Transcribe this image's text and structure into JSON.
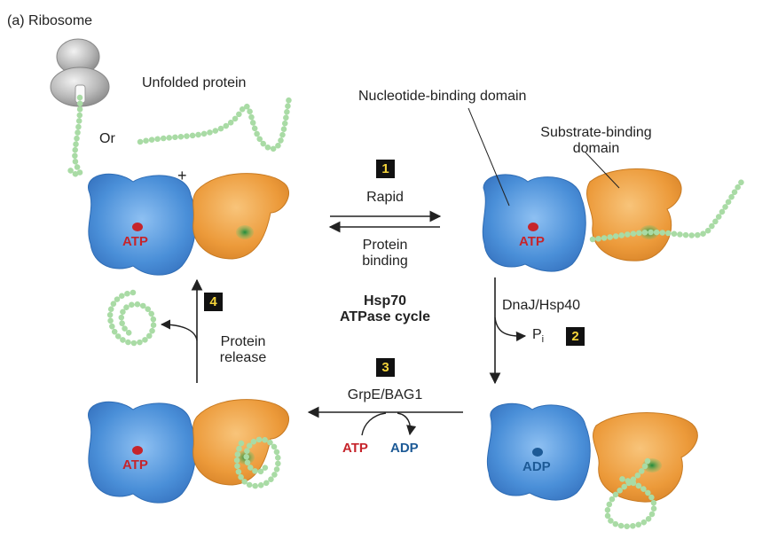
{
  "panel_label": "(a)",
  "ribosome_label": "Ribosome",
  "unfolded_protein_label": "Unfolded protein",
  "or_label": "Or",
  "plus_sign": "+",
  "nucleotide_binding_domain_label": "Nucleotide-binding domain",
  "substrate_binding_domain_label": [
    "Substrate-binding",
    "domain"
  ],
  "cycle_title": [
    "Hsp70",
    "ATPase cycle"
  ],
  "steps": [
    {
      "number": "1",
      "text": "Rapid",
      "text2": [
        "Protein",
        "binding"
      ]
    },
    {
      "number": "2",
      "text": "DnaJ/Hsp40",
      "product": "P",
      "product_sub": "i"
    },
    {
      "number": "3",
      "text": "GrpE/BAG1",
      "in": "ATP",
      "out": "ADP"
    },
    {
      "number": "4",
      "text": [
        "Protein",
        "release"
      ]
    }
  ],
  "nucleotides": {
    "top_left": "ATP",
    "top_right": "ATP",
    "bottom_right": "ADP",
    "bottom_left": "ATP"
  },
  "colors": {
    "nbd_blue": "#4a8fd8",
    "sbd_orange": "#ec9a3a",
    "substrate_green": "#a9dba5",
    "atp_red": "#c6242b",
    "adp_blue": "#1d5a96",
    "step_box": "#111111",
    "step_text": "#f4d43a"
  }
}
